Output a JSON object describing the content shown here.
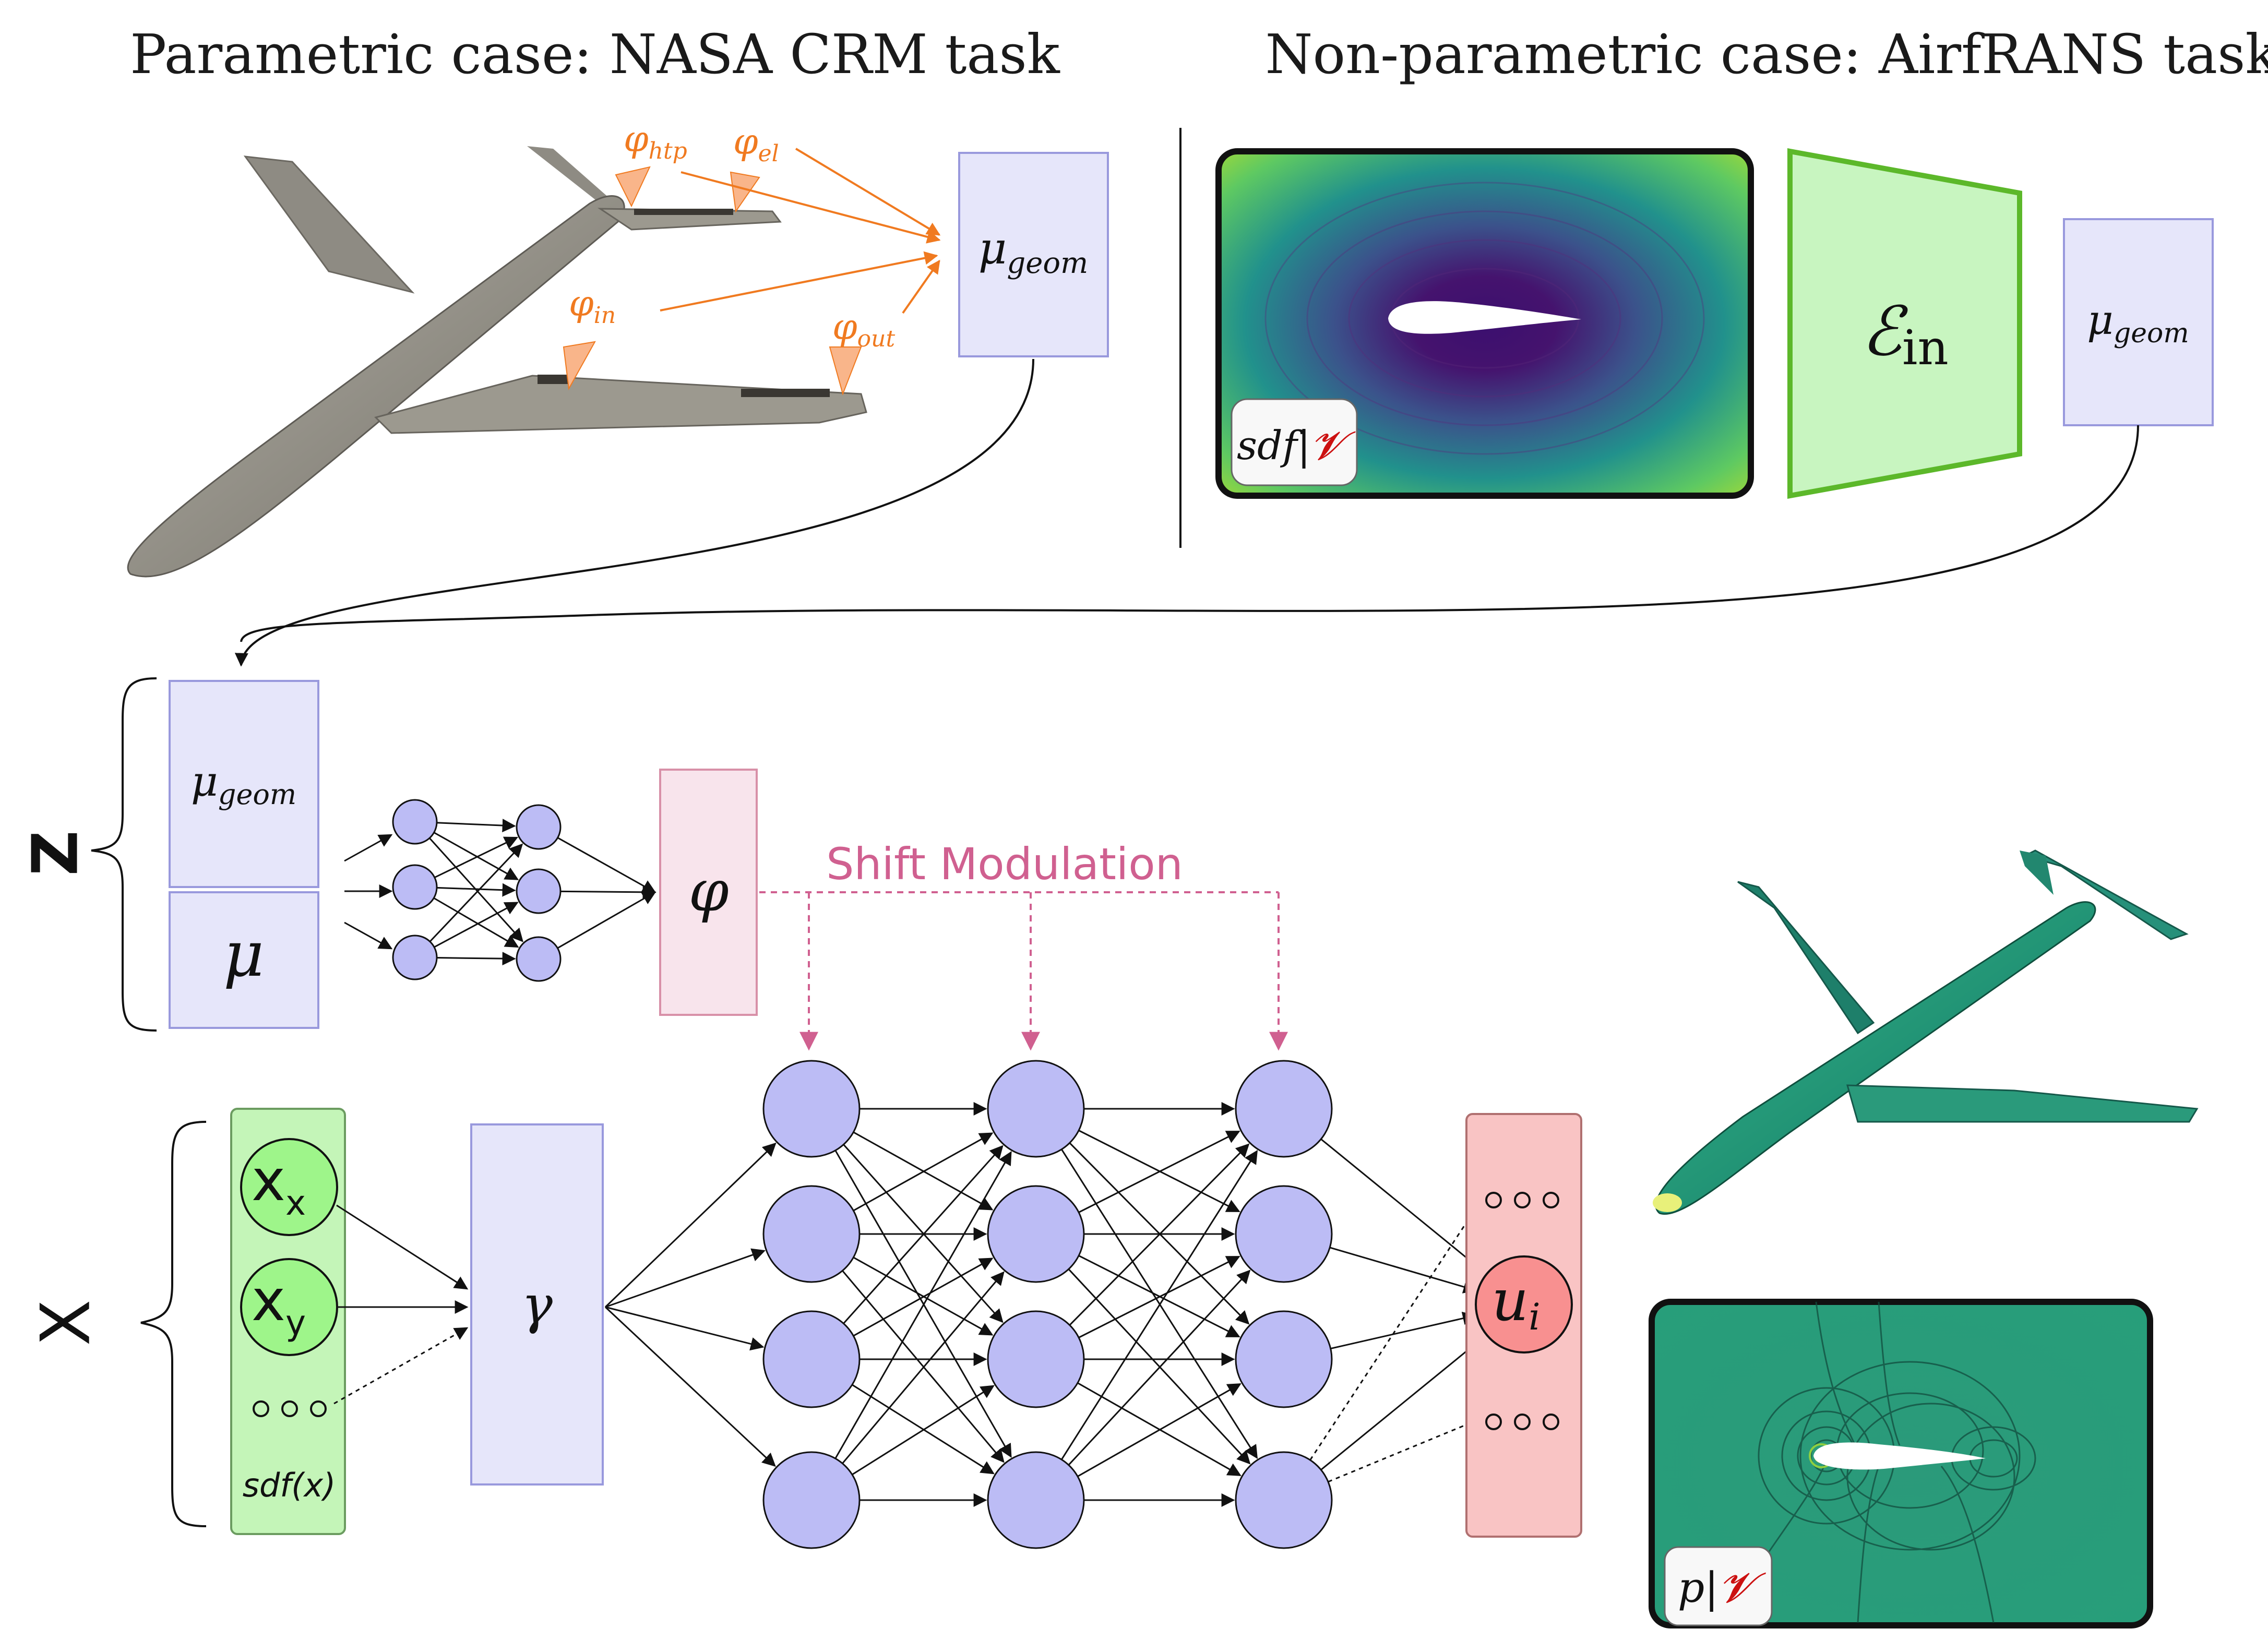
{
  "titles": {
    "left": "Parametric case: NASA CRM task",
    "right": "Non-parametric case: AirfRANS task"
  },
  "crm": {
    "angles": [
      "φhtp",
      "φel",
      "φin",
      "φout"
    ],
    "mu_geom": "μgeom"
  },
  "airfrans": {
    "sdf_label": "sdf|𝓥",
    "encoder_label": "ℰin",
    "mu_geom": "μgeom"
  },
  "z_block": {
    "brace_label": "Z",
    "mu_geom": "μgeom",
    "mu": "μ",
    "phi": "φ",
    "shift_label": "Shift Modulation"
  },
  "x_block": {
    "brace_label": "X",
    "inputs": [
      "xx",
      "xy"
    ],
    "ellipsis": "○○○",
    "sdf_text": "sdf(x)",
    "gamma": "γ",
    "output": "ui"
  },
  "outputs": {
    "p_label": "p|𝓥"
  },
  "colors": {
    "accent_orange": "#f07a20",
    "shift_pink": "#d06090",
    "node_fill": "#bcbcf5",
    "latent_box": "#e6e6fa",
    "latent_border": "#9999dd",
    "encoder_fill": "#c8f5c0",
    "encoder_border": "#5cb82a",
    "input_box": "#c4f5b8",
    "output_box": "#f9c4c4",
    "output_node": "#f89090",
    "phi_box": "#f8e4ec"
  }
}
